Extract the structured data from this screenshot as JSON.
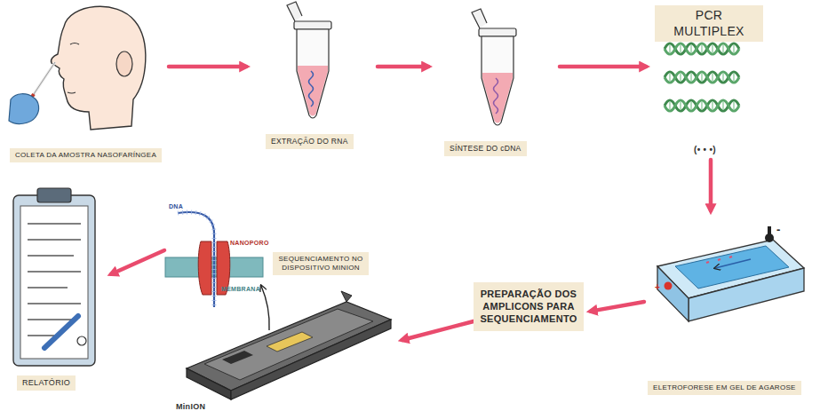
{
  "diagram": {
    "nodes": [
      {
        "text": [
          "COLETA DA AMOSTRA NASOFARÍNGEA"
        ]
      },
      {
        "text": [
          "EXTRAÇÃO DO RNA"
        ]
      },
      {
        "text": [
          "SÍNTESE DO cDNA"
        ]
      },
      {
        "text": [
          "PCR MULTIPLEX"
        ]
      },
      {
        "text": [
          "ELETROFORESE EM GEL DE AGAROSE"
        ]
      },
      {
        "text": [
          "PREPARAÇÃO DOS AMPLICONS PARA SEQUENCIAMENTO"
        ]
      },
      {
        "text": [
          "SEQUENCIAMENTO NO DISPOSITIVO MINION"
        ]
      },
      {
        "text": [
          "RELATÓRIO"
        ]
      }
    ],
    "edges": [
      {
        "from": 0,
        "to": 1,
        "arrow": "to"
      },
      {
        "from": 1,
        "to": 2,
        "arrow": "to"
      },
      {
        "from": 2,
        "to": 3,
        "arrow": "to"
      },
      {
        "from": 3,
        "to": 4,
        "arrow": "to"
      },
      {
        "from": 4,
        "to": 5,
        "arrow": "to"
      },
      {
        "from": 5,
        "to": 6,
        "arrow": "to"
      },
      {
        "from": 6,
        "to": 7,
        "arrow": "to"
      }
    ],
    "labels": [
      "(• • •)",
      "-",
      "+",
      "DNA",
      "NANOPORO",
      "MEMBRANA",
      "MinION"
    ]
  }
}
